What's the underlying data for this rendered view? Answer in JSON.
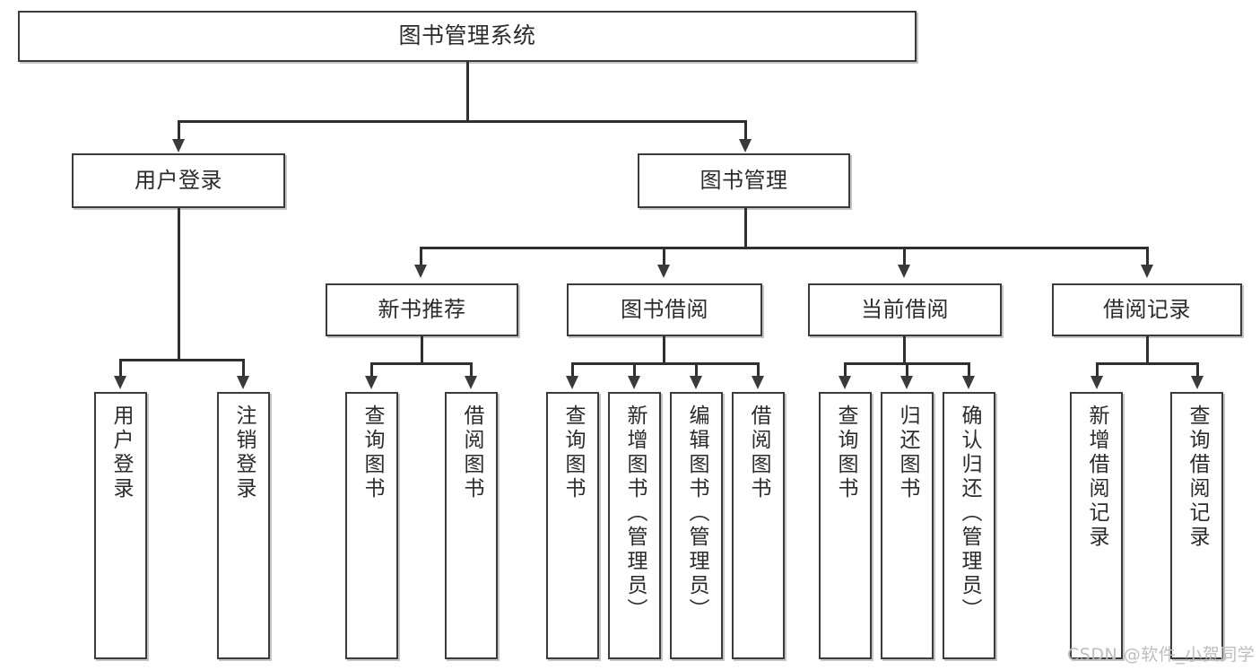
{
  "diagram": {
    "title": "图书管理系统",
    "root": {
      "label": "图书管理系统"
    },
    "level2": [
      {
        "label": "用户登录"
      },
      {
        "label": "图书管理"
      }
    ],
    "level3": [
      {
        "label": "新书推荐"
      },
      {
        "label": "图书借阅"
      },
      {
        "label": "当前借阅"
      },
      {
        "label": "借阅记录"
      }
    ],
    "leaves": {
      "user_login": [
        {
          "label": "用户登录"
        },
        {
          "label": "注销登录"
        }
      ],
      "new_book_recommend": [
        {
          "label": "查询图书"
        },
        {
          "label": "借阅图书"
        }
      ],
      "book_borrow": [
        {
          "label": "查询图书"
        },
        {
          "label": "新增图书（管理员）"
        },
        {
          "label": "编辑图书（管理员）"
        },
        {
          "label": "借阅图书"
        }
      ],
      "current_borrow": [
        {
          "label": "查询图书"
        },
        {
          "label": "归还图书"
        },
        {
          "label": "确认归还（管理员）"
        }
      ],
      "borrow_record": [
        {
          "label": "新增借阅记录"
        },
        {
          "label": "查询借阅记录"
        }
      ]
    }
  },
  "watermark": {
    "text": "CSDN @软件_小贺同学"
  },
  "colors": {
    "box_border": "#3b3b3b",
    "line": "#2f2f2f",
    "text": "#2b2b2b",
    "watermark": "#bdbdbd",
    "background": "#ffffff"
  }
}
